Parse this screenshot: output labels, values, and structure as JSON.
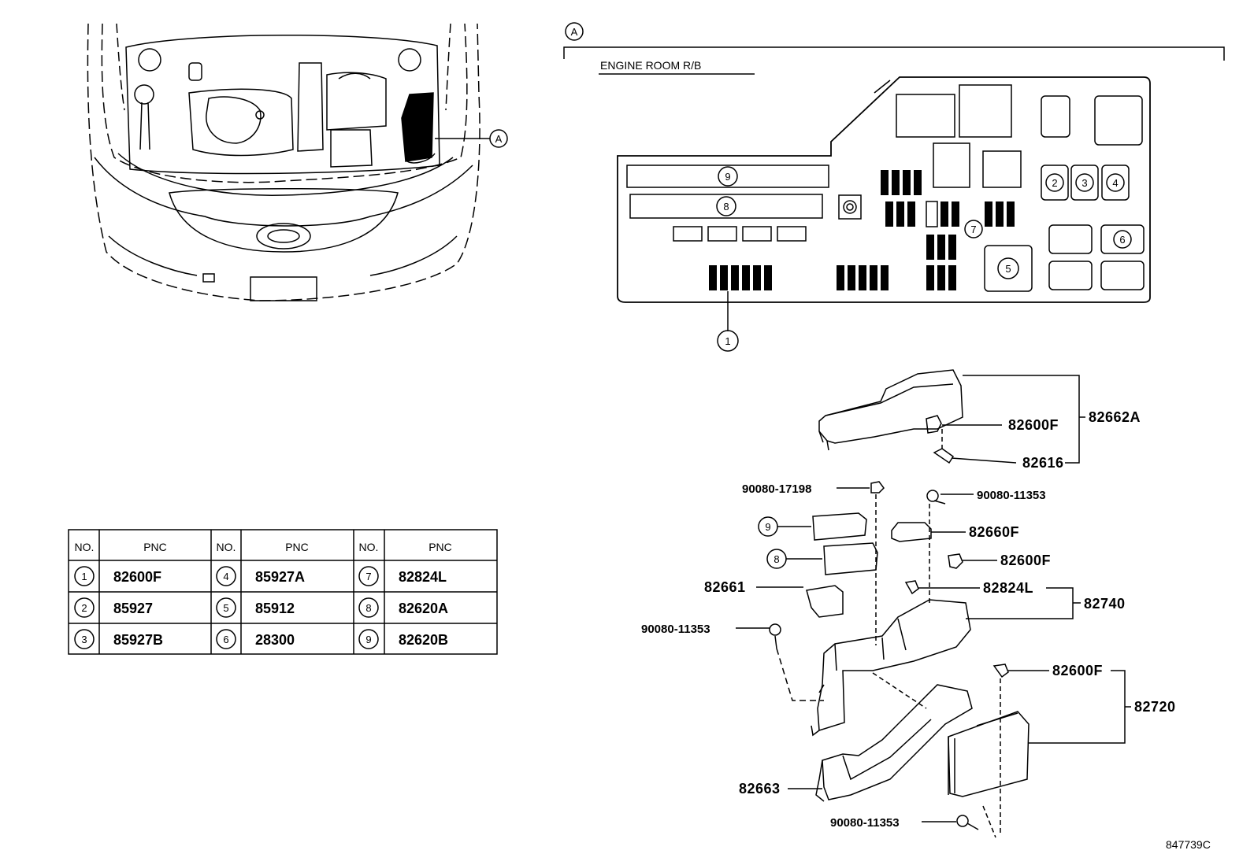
{
  "callout_letter": "A",
  "section_title": "ENGINE ROOM R/B",
  "diagram_id": "847739C",
  "table": {
    "headers": [
      "NO.",
      "PNC",
      "NO.",
      "PNC",
      "NO.",
      "PNC"
    ],
    "rows": [
      [
        {
          "no": "1",
          "pnc": "82600F"
        },
        {
          "no": "4",
          "pnc": "85927A"
        },
        {
          "no": "7",
          "pnc": "82824L"
        }
      ],
      [
        {
          "no": "2",
          "pnc": "85927"
        },
        {
          "no": "5",
          "pnc": "85912"
        },
        {
          "no": "8",
          "pnc": "82620A"
        }
      ],
      [
        {
          "no": "3",
          "pnc": "85927B"
        },
        {
          "no": "6",
          "pnc": "28300"
        },
        {
          "no": "9",
          "pnc": "82620B"
        }
      ]
    ]
  },
  "relay_block_callouts": [
    "1",
    "2",
    "3",
    "4",
    "5",
    "6",
    "7",
    "8",
    "9"
  ],
  "parts": {
    "p82662A": "82662A",
    "p82600F_a": "82600F",
    "p82616": "82616",
    "p90080_17198": "90080-17198",
    "p90080_11353_a": "90080-11353",
    "p82660F": "82660F",
    "p82600F_b": "82600F",
    "p82824L": "82824L",
    "p82740": "82740",
    "p82661": "82661",
    "p90080_11353_b": "90080-11353",
    "p82600F_c": "82600F",
    "p82720": "82720",
    "p82663": "82663",
    "p90080_11353_c": "90080-11353",
    "call9": "9",
    "call8": "8"
  }
}
